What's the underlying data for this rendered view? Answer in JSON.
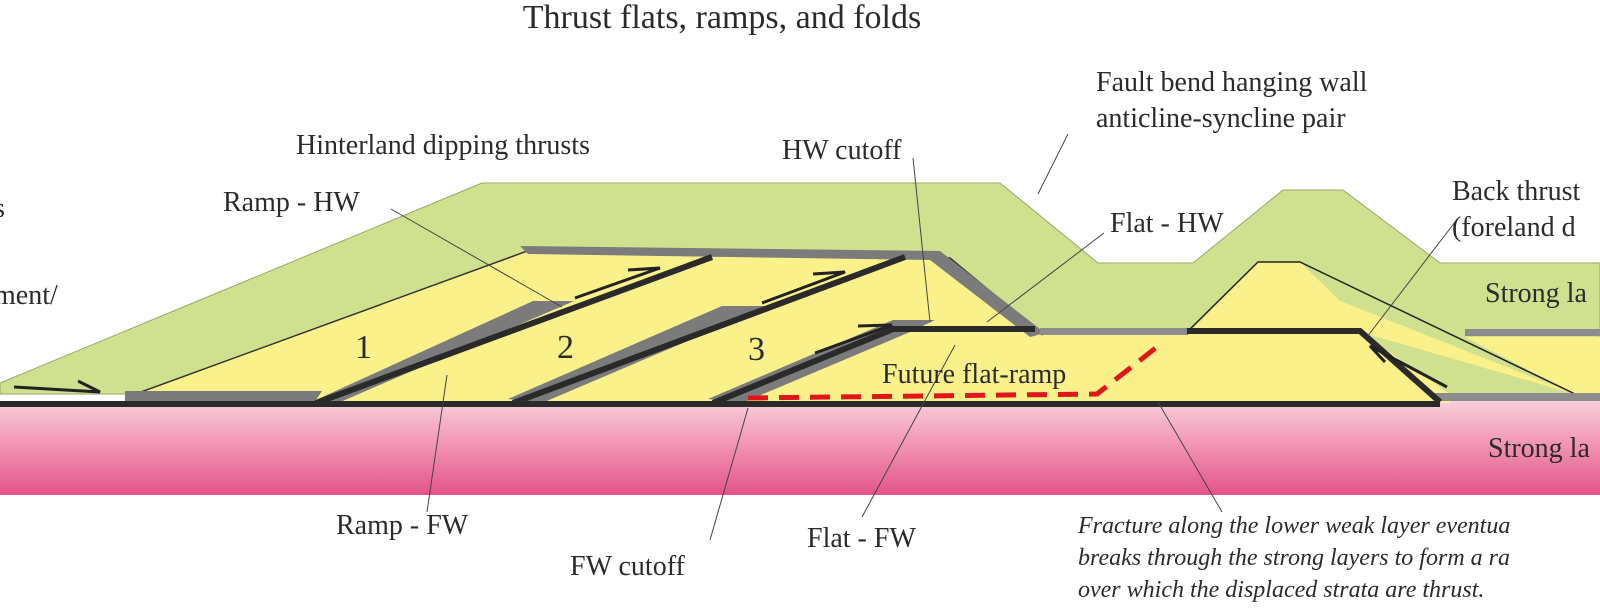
{
  "title": "Thrust flats, ramps, and folds",
  "labels": {
    "fault_bend_1": "Fault bend hanging wall",
    "fault_bend_2": "anticline-syncline pair",
    "hinterland": "Hinterland dipping thrusts",
    "hw_cutoff": "HW cutoff",
    "ramp_hw": "Ramp - HW",
    "flat_hw": "Flat - HW",
    "back_thrust_1": "Back thrust",
    "back_thrust_2": "(foreland d",
    "strong_upper": "Strong la",
    "strong_lower": "Strong la",
    "left_edge_1": "s",
    "left_edge_2": "ment/",
    "thrust_1": "1",
    "thrust_2": "2",
    "thrust_3": "3",
    "future_flat_ramp": "Future flat-ramp",
    "ramp_fw": "Ramp - FW",
    "fw_cutoff": "FW cutoff",
    "flat_fw": "Flat - FW",
    "fracture_1": "Fracture along the lower weak layer eventua",
    "fracture_2": "breaks through the strong layers to form a ra",
    "fracture_3": "over which the displaced strata are thrust."
  },
  "colors": {
    "green_layer": "#cfe08e",
    "yellow_layer": "#fbf18b",
    "pink_top": "#f7c8d6",
    "pink_bottom": "#e4578a",
    "fault_dark": "#2a2a2a",
    "fault_grey": "#7b7b7b",
    "future_fault": "#e0161b"
  }
}
